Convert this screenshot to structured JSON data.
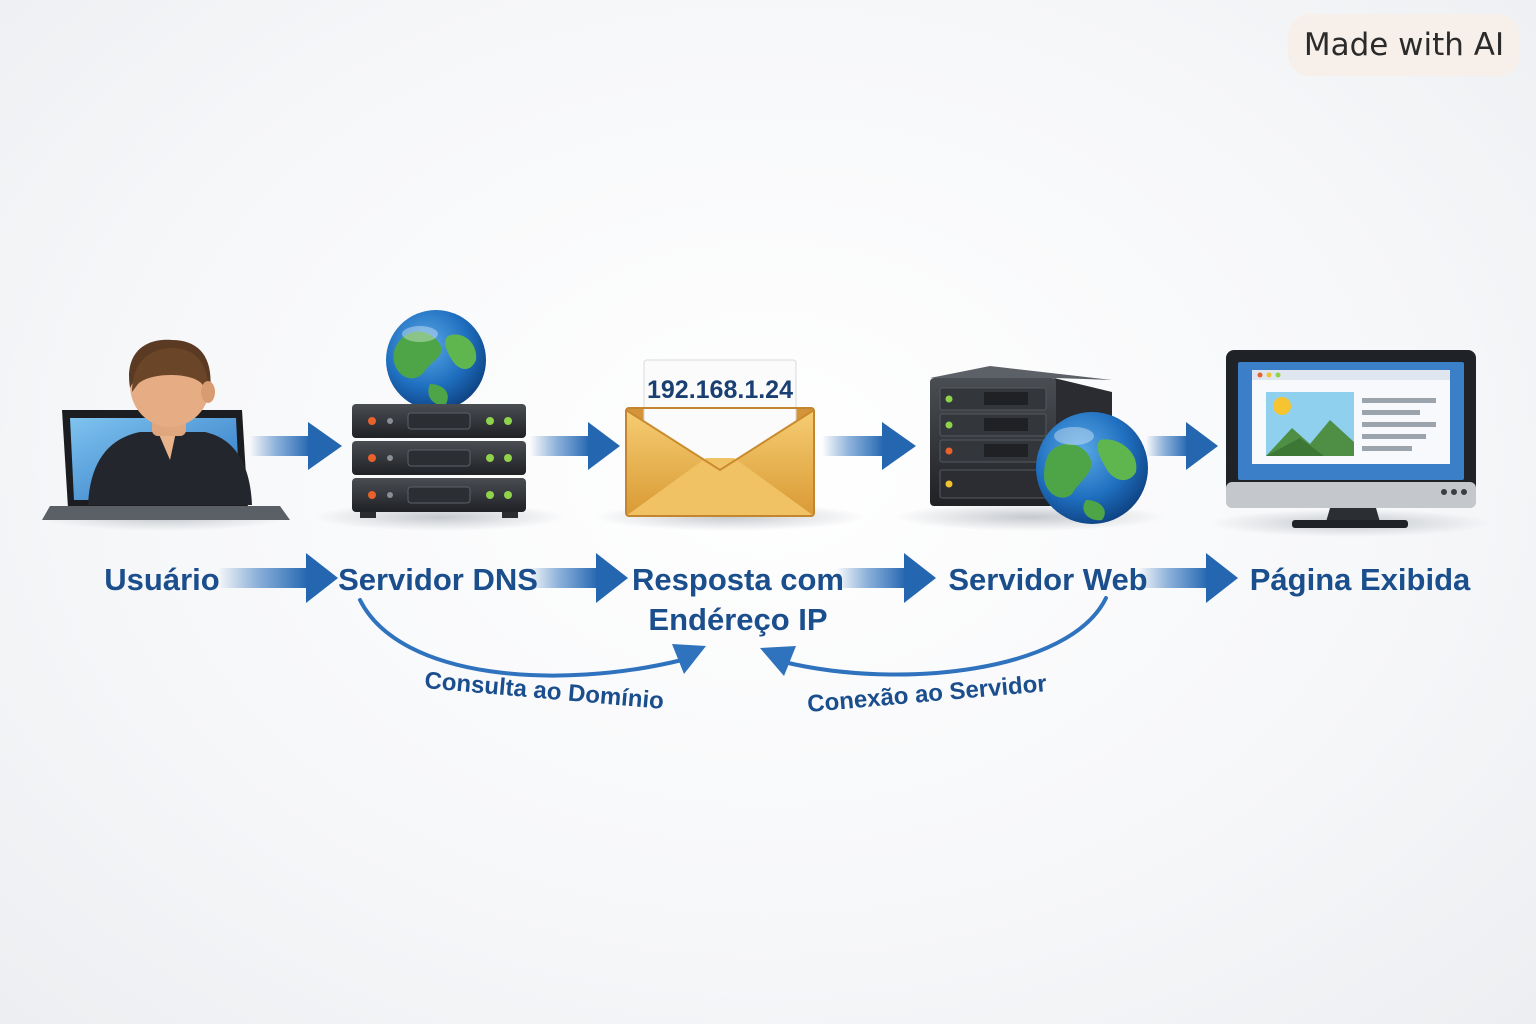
{
  "watermark": "Made with AI",
  "envelope": {
    "ip_address": "192.168.1.24"
  },
  "steps": [
    {
      "label": "Usuário",
      "icon": "user-laptop-icon"
    },
    {
      "label": "Servidor DNS",
      "icon": "dns-server-globe-icon"
    },
    {
      "label_line1": "Resposta com",
      "label_line2": "Endéreço IP",
      "icon": "envelope-ip-icon"
    },
    {
      "label": "Servidor Web",
      "icon": "web-server-globe-icon"
    },
    {
      "label": "Página Exibida",
      "icon": "monitor-webpage-icon"
    }
  ],
  "curves": {
    "left": "Consulta ao Domínio",
    "right": "Conexão ao Servidor"
  },
  "colors": {
    "accent_blue": "#1a4e8c",
    "arrow_blue": "#2466b0",
    "envelope_gold": "#e7b04e"
  }
}
